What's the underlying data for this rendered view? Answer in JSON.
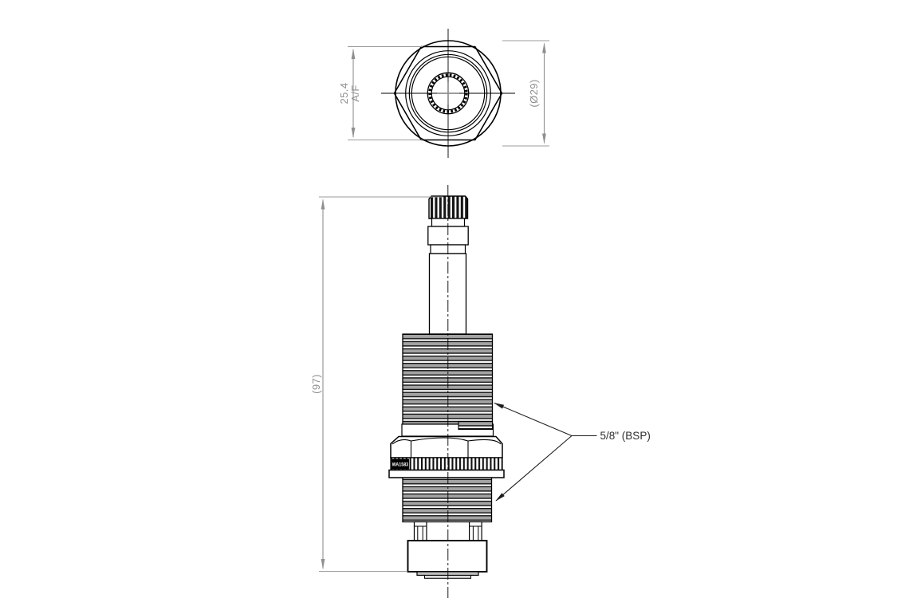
{
  "colors": {
    "outline": "#000000",
    "dimension": "#8f8f8f",
    "leader": "#2e2e2e",
    "thread_shade": "#a3a3a3",
    "background": "#ffffff"
  },
  "top_view": {
    "dim_across_flats_value": "25.4",
    "dim_across_flats_suffix": "A/F",
    "dim_outer_diameter": "(Ø29)"
  },
  "side_view": {
    "dim_overall_length": "(97)",
    "thread_spec_label": "5/8\" (BSP)",
    "part_marking": "WA1583"
  }
}
